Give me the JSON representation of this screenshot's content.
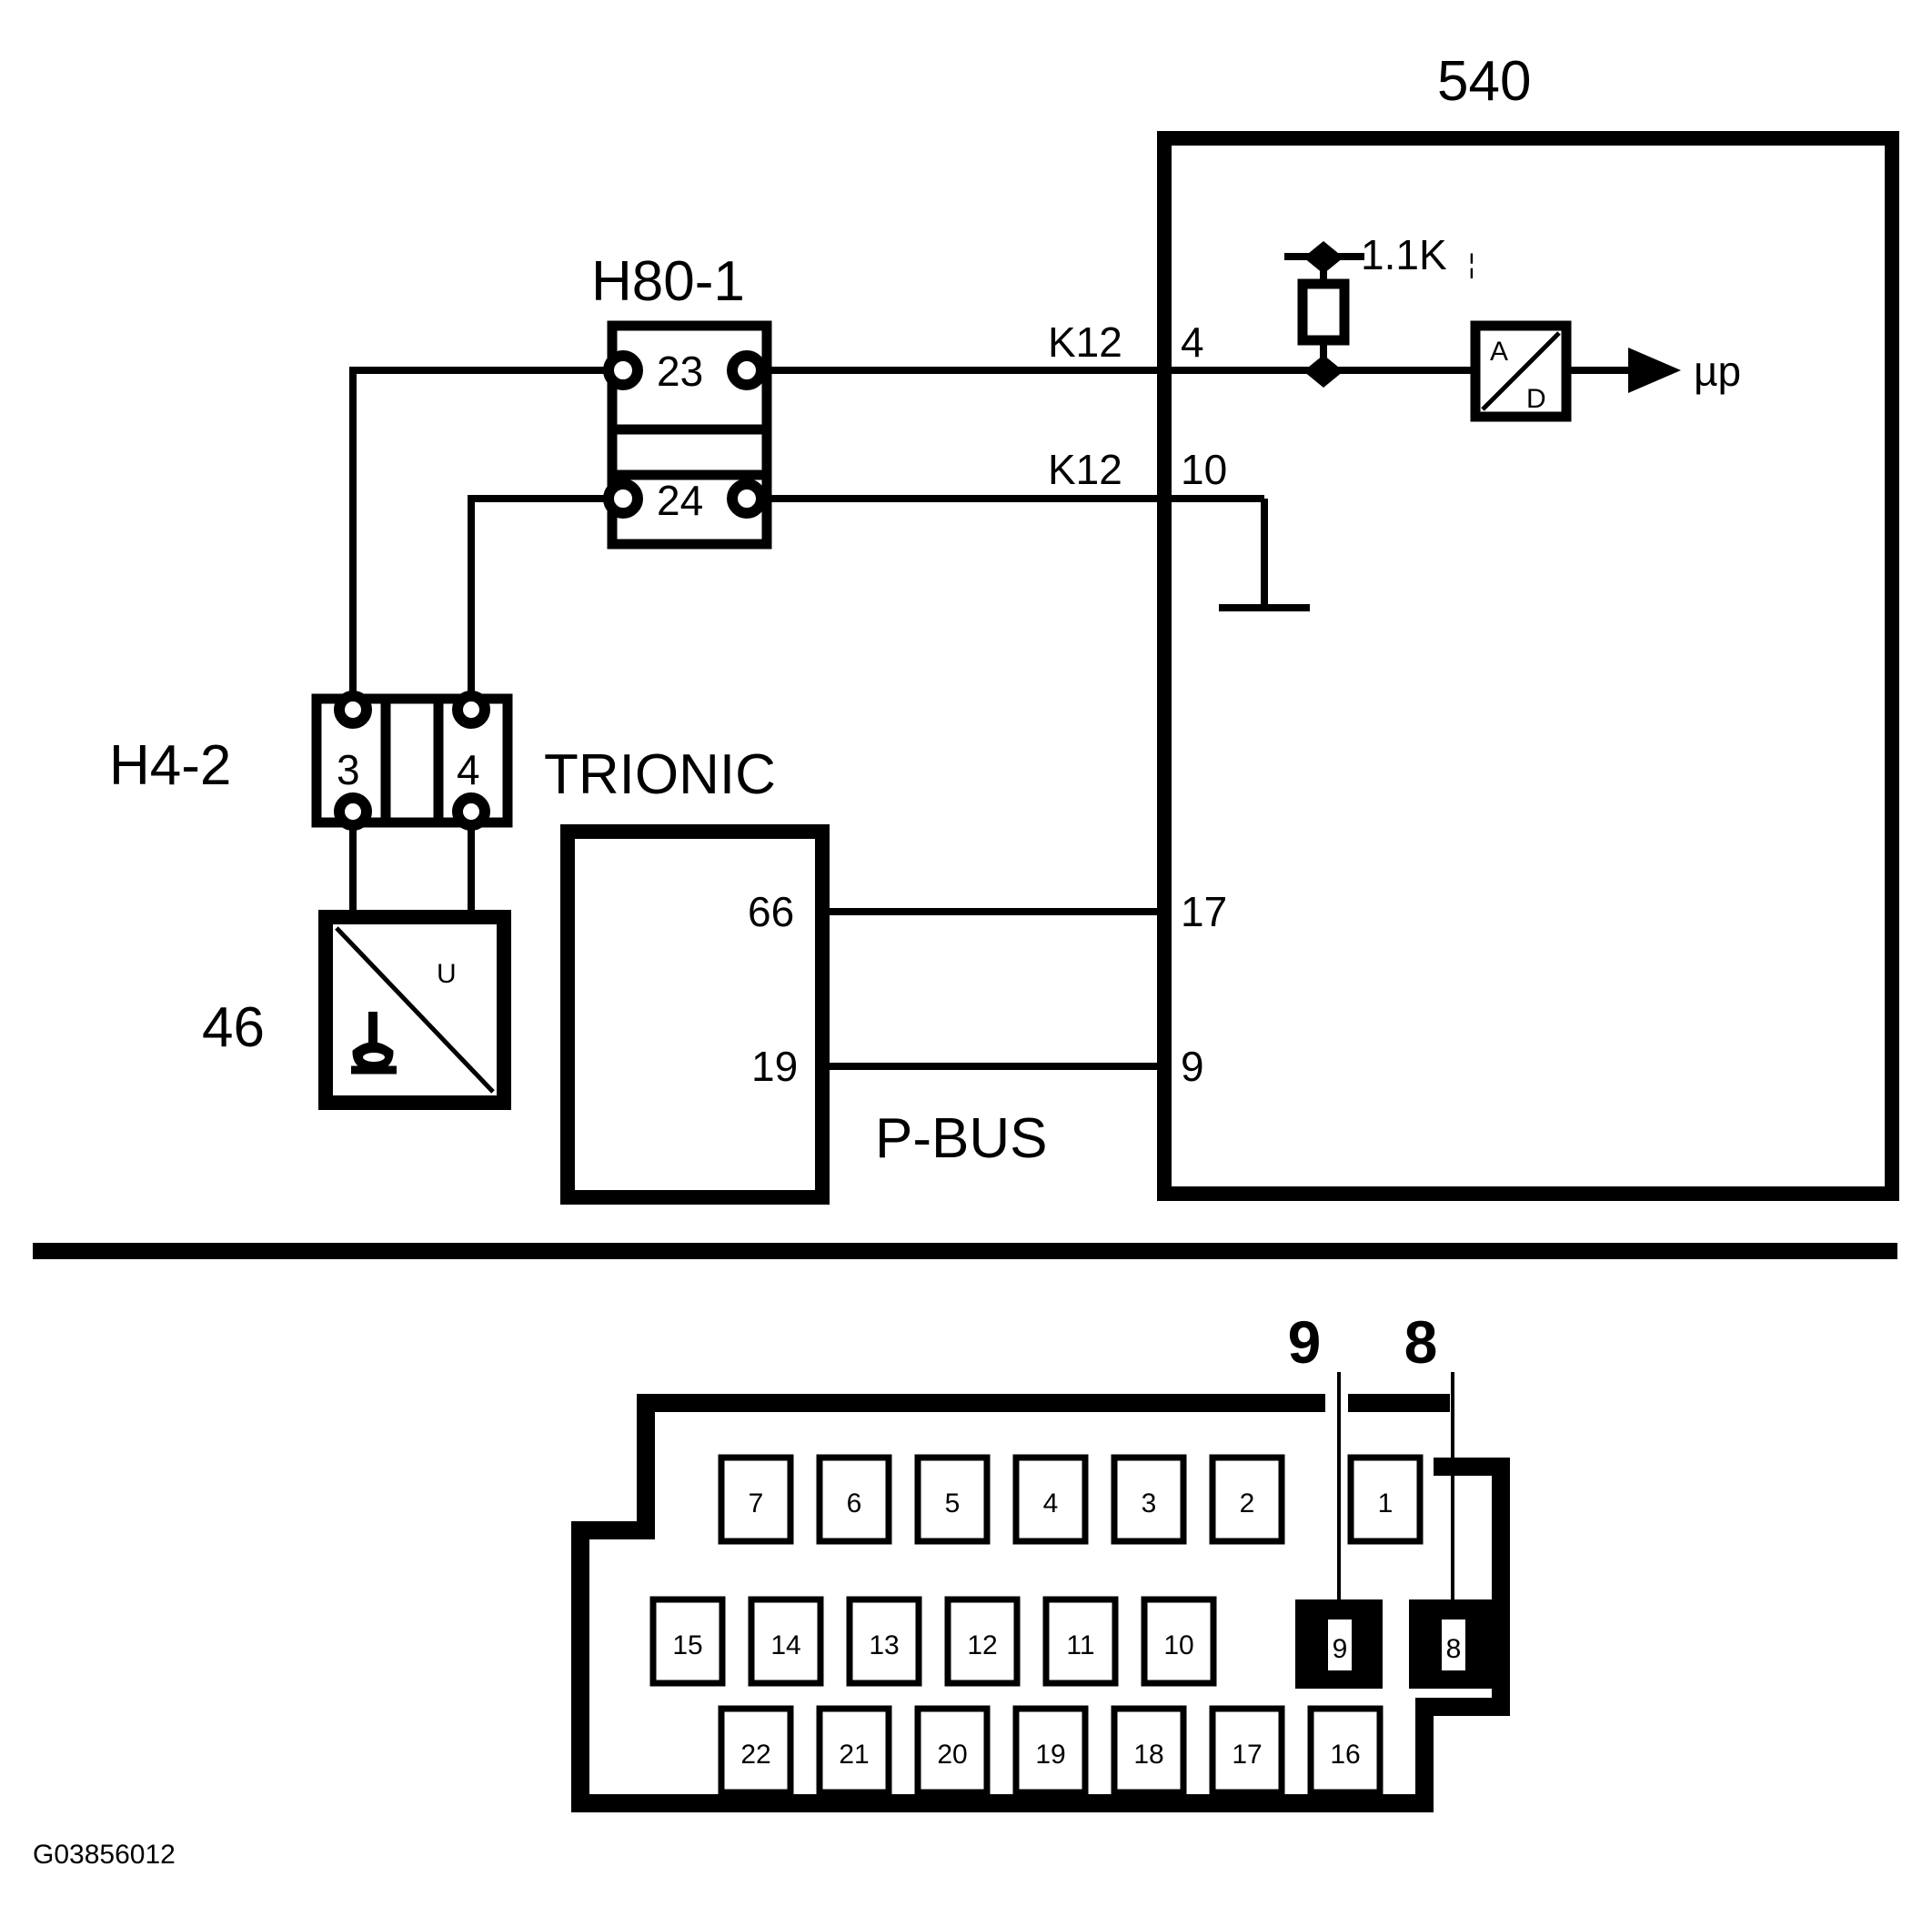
{
  "figure": {
    "id_code": "G03856012",
    "domain": "automotive-wiring-diagram"
  },
  "colors": {
    "ink": "#000000",
    "paper": "#ffffff"
  },
  "schematic": {
    "module_540": {
      "label": "540",
      "pins": [
        {
          "number": "4",
          "wire_label": "K12"
        },
        {
          "number": "10",
          "wire_label": "K12"
        },
        {
          "number": "17",
          "wire_label": ""
        },
        {
          "number": "9",
          "wire_label": ""
        }
      ],
      "resistor": {
        "value": "1.1K",
        "unit_mark": "¦"
      },
      "converter": {
        "input_label": "A",
        "output_label": "D",
        "destination": "µp"
      }
    },
    "connector_h80_1": {
      "label": "H80-1",
      "pins": [
        "23",
        "24"
      ]
    },
    "connector_h4_2": {
      "label": "H4-2",
      "pins": [
        "3",
        "4"
      ]
    },
    "sensor_46": {
      "label": "46",
      "symbol_top_right": "U"
    },
    "module_trionic": {
      "label": "TRIONIC",
      "pins": [
        "66",
        "19"
      ],
      "bus_label": "P-BUS"
    }
  },
  "connector_view": {
    "callouts": [
      {
        "label": "9"
      },
      {
        "label": "8"
      }
    ],
    "rows": [
      {
        "cells": [
          {
            "label": "7",
            "highlighted": false
          },
          {
            "label": "6",
            "highlighted": false
          },
          {
            "label": "5",
            "highlighted": false
          },
          {
            "label": "4",
            "highlighted": false
          },
          {
            "label": "3",
            "highlighted": false
          },
          {
            "label": "2",
            "highlighted": false
          },
          {
            "label": "1",
            "highlighted": false
          }
        ]
      },
      {
        "cells": [
          {
            "label": "15",
            "highlighted": false
          },
          {
            "label": "14",
            "highlighted": false
          },
          {
            "label": "13",
            "highlighted": false
          },
          {
            "label": "12",
            "highlighted": false
          },
          {
            "label": "11",
            "highlighted": false
          },
          {
            "label": "10",
            "highlighted": false
          },
          {
            "label": "9",
            "highlighted": true
          },
          {
            "label": "8",
            "highlighted": true
          }
        ]
      },
      {
        "cells": [
          {
            "label": "22",
            "highlighted": false
          },
          {
            "label": "21",
            "highlighted": false
          },
          {
            "label": "20",
            "highlighted": false
          },
          {
            "label": "19",
            "highlighted": false
          },
          {
            "label": "18",
            "highlighted": false
          },
          {
            "label": "17",
            "highlighted": false
          },
          {
            "label": "16",
            "highlighted": false
          }
        ]
      }
    ]
  }
}
